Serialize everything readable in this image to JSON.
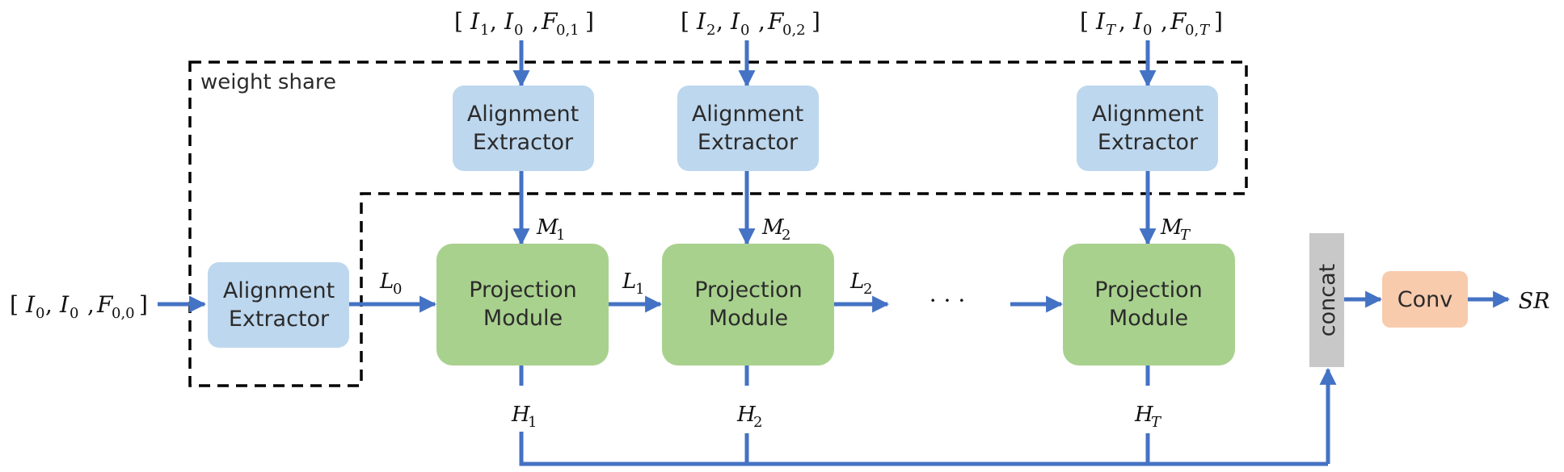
{
  "colors": {
    "arrow": "#4472c4",
    "alignment_box": "#bdd7ee",
    "projection_box": "#a9d18e",
    "concat_box": "#c8c8c8",
    "conv_box": "#f8cbad",
    "dashed": "#000000"
  },
  "weight_share_label": "weight share",
  "alignment_extractor": {
    "line1": "Alignment",
    "line2": "Extractor"
  },
  "projection_module": {
    "line1": "Projection",
    "line2": "Module"
  },
  "concat_label": "concat",
  "conv_label": "Conv",
  "output_label": "SR",
  "ellipsis": "· · ·",
  "inputs": {
    "t0": "[ I0,  I0 , F0,0 ]",
    "t1": "[ I1,  I0 , F0,1 ]",
    "t2": "[ I2,  I0 , F0,2 ]",
    "tT": "[ IT,  I0 , F0,T ]"
  },
  "labels": {
    "L0": "L0",
    "L1": "L1",
    "L2": "L2",
    "M1": "M1",
    "M2": "M2",
    "MT": "MT",
    "H1": "H1",
    "H2": "H2",
    "HT": "HT"
  }
}
